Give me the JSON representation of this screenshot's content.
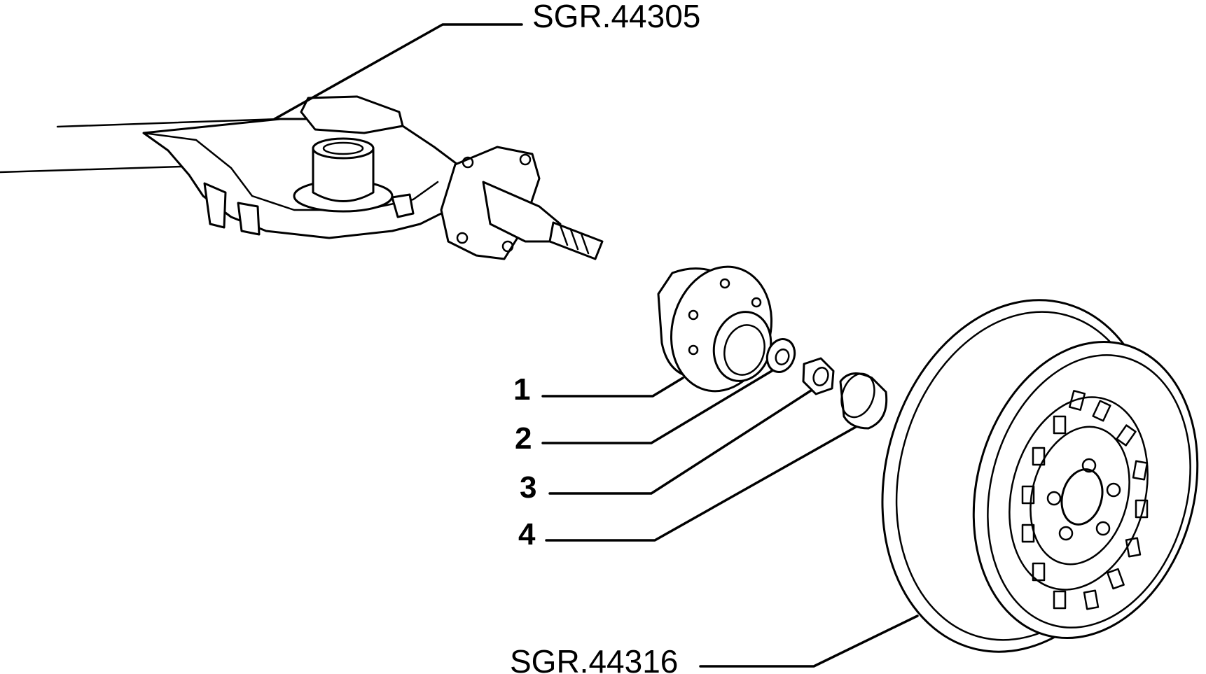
{
  "references": {
    "top": "SGR.44305",
    "bottom": "SGR.44316"
  },
  "callouts": [
    {
      "number": "1"
    },
    {
      "number": "2"
    },
    {
      "number": "3"
    },
    {
      "number": "4"
    }
  ],
  "colors": {
    "line": "#000000",
    "background": "#ffffff"
  }
}
